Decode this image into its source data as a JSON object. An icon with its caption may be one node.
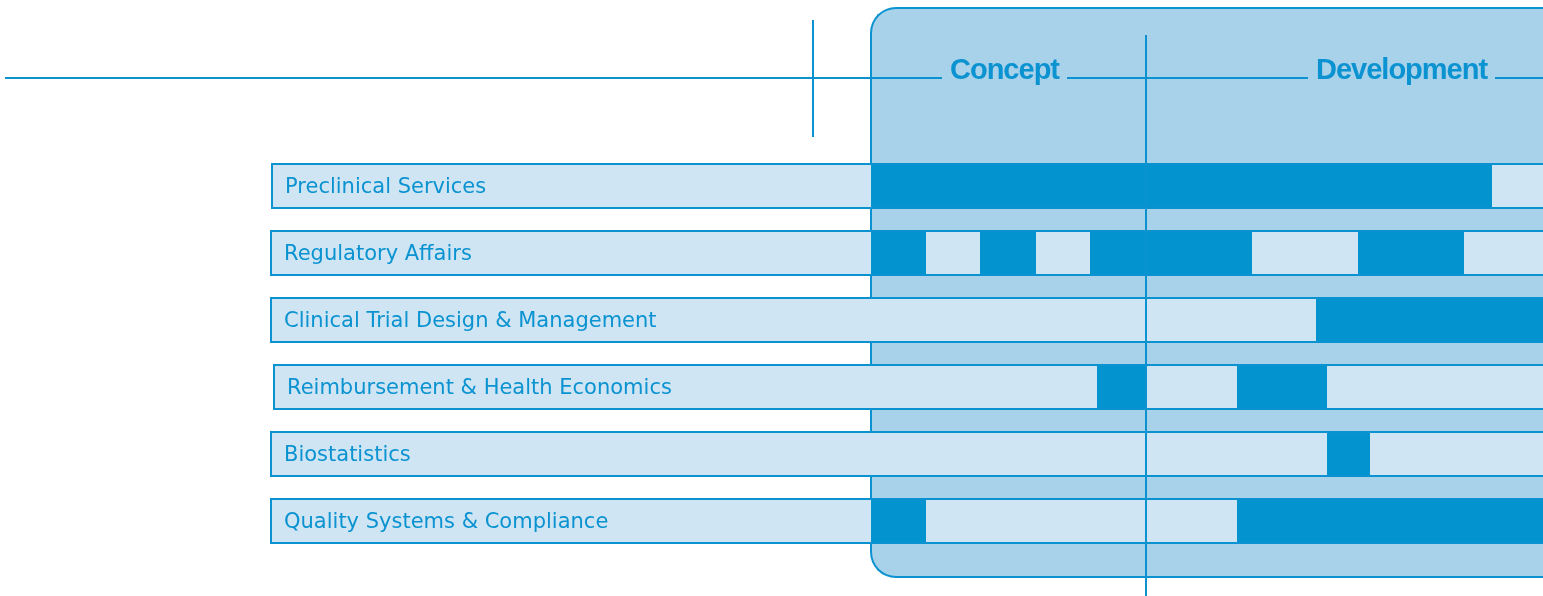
{
  "diagram": {
    "nodes": [
      {
        "text": [
          "Concept",
          "Development"
        ]
      },
      {
        "text": [
          "Preclinical Services"
        ]
      },
      {
        "text": [],
        "shape": "bar"
      },
      {
        "text": [
          "Regulatory Affairs"
        ]
      },
      {
        "text": [],
        "shape": "bar"
      },
      {
        "text": [],
        "shape": "bar"
      },
      {
        "text": [],
        "shape": "bar"
      },
      {
        "text": [],
        "shape": "bar"
      },
      {
        "text": [
          "Clinical Trial Design & Management"
        ]
      },
      {
        "text": [],
        "shape": "bar"
      },
      {
        "text": [
          "Reimbursement & Health Economics"
        ]
      },
      {
        "text": [],
        "shape": "bar"
      },
      {
        "text": [],
        "shape": "bar"
      },
      {
        "text": [
          "Biostatistics"
        ]
      },
      {
        "text": [],
        "shape": "bar"
      },
      {
        "text": [
          "Quality Systems & Compliance"
        ]
      },
      {
        "text": [],
        "shape": "bar"
      },
      {
        "text": [],
        "shape": "bar"
      }
    ]
  }
}
